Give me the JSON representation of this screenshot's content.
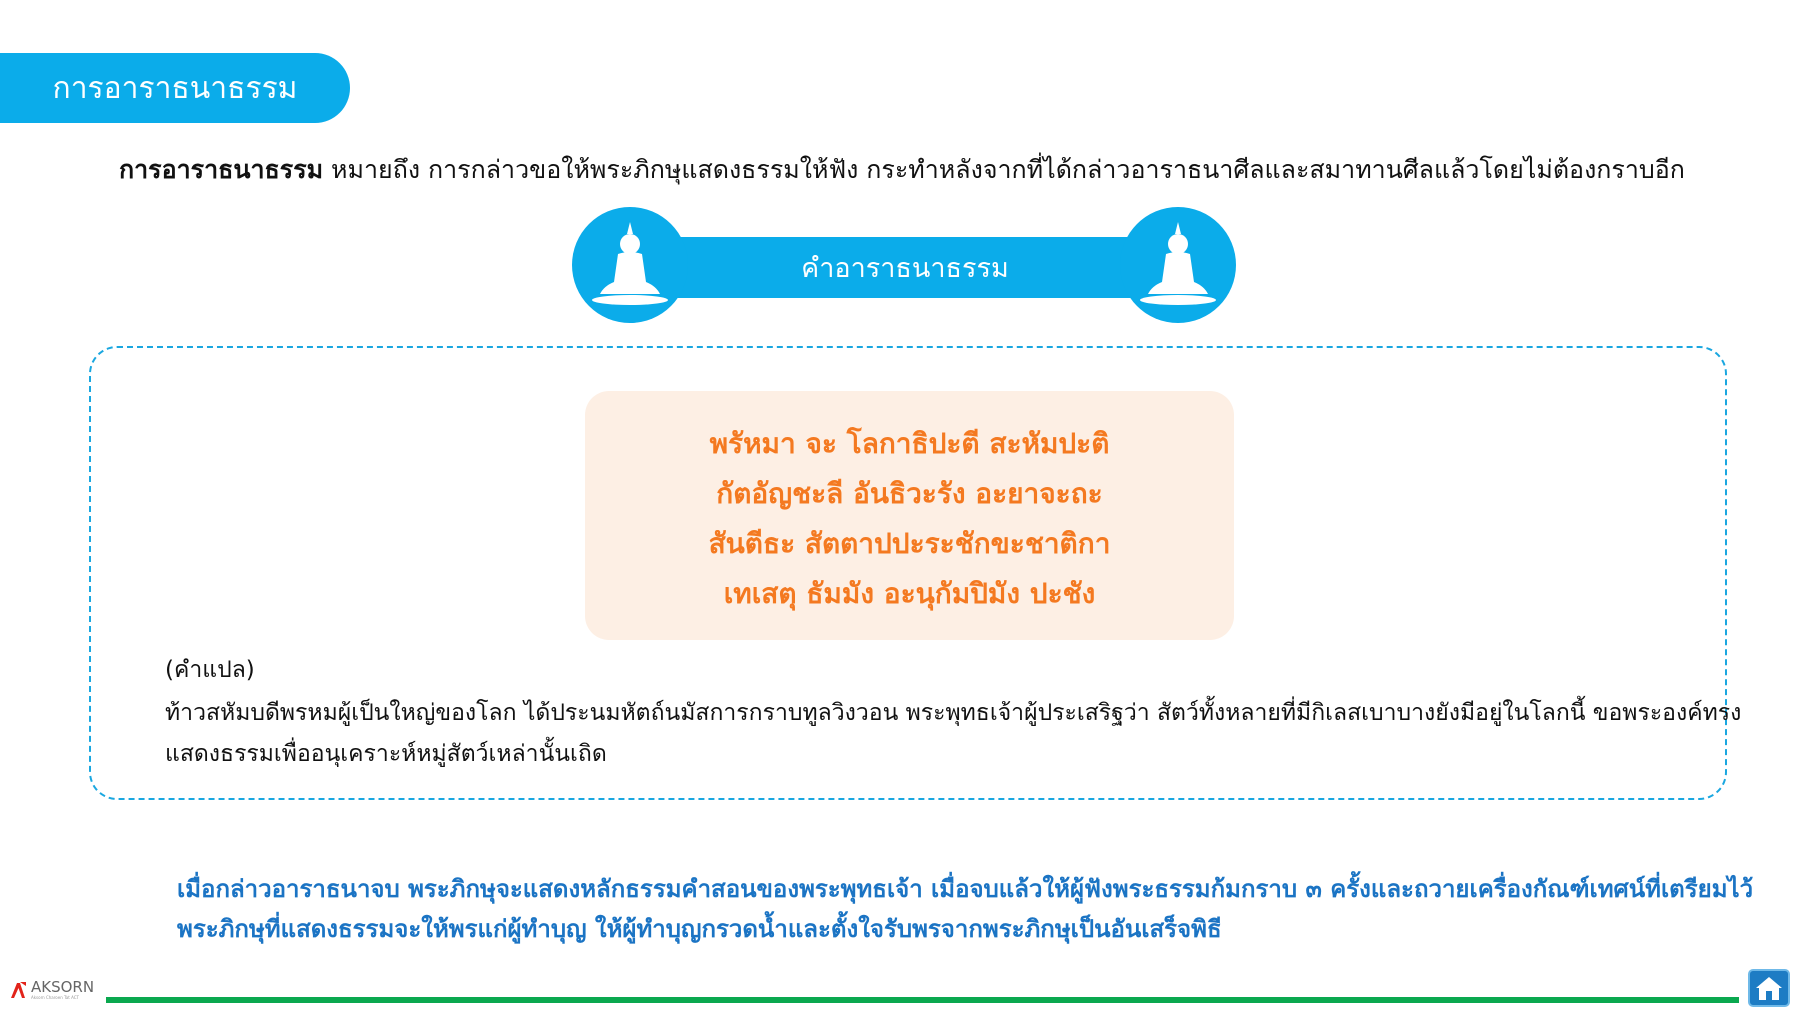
{
  "header": {
    "title": "การอาราธนาธรรม"
  },
  "intro": {
    "term": "การอาราธนาธรรม",
    "definition": " หมายถึง การกล่าวขอให้พระภิกษุแสดงธรรมให้ฟัง กระทำหลังจากที่ได้กล่าวอาราธนาศีลและสมาทานศีลแล้วโดยไม่ต้องกราบอีก"
  },
  "banner": {
    "label": "คำอาราธนาธรรม",
    "icon": "buddha-icon"
  },
  "chant": {
    "lines": [
      "พรัหมา จะ โลกาธิปะตี สะหัมปะติ",
      "กัตอัญชะลี อันธิวะรัง อะยาจะถะ",
      "สันตีธะ สัตตาปปะระชักขะชาติกา",
      "เทเสตุ ธัมมัง อะนุกัมปิมัง ปะชัง"
    ]
  },
  "translation": {
    "label": "(คำแปล)",
    "lines": [
      "ท้าวสหัมบดีพรหมผู้เป็นใหญ่ของโลก ได้ประนมหัตถ์นมัสการกราบทูลวิงวอน พระพุทธเจ้าผู้ประเสริฐว่า สัตว์ทั้งหลายที่มีกิเลสเบาบางยังมีอยู่ในโลกนี้ ขอพระองค์ทรง",
      "แสดงธรรมเพื่ออนุเคราะห์หมู่สัตว์เหล่านั้นเถิด"
    ]
  },
  "note": {
    "lines": [
      "เมื่อกล่าวอาราธนาจบ พระภิกษุจะแสดงหลักธรรมคำสอนของพระพุทธเจ้า เมื่อจบแล้วให้ผู้ฟังพระธรรมก้มกราบ ๓ ครั้งและถวายเครื่องกัณฑ์เทศน์ที่เตรียมไว้",
      "พระภิกษุที่แสดงธรรมจะให้พรแก่ผู้ทำบุญ ให้ผู้ทำบุญกรวดน้ำและตั้งใจรับพรจากพระภิกษุเป็นอันเสร็จพิธี"
    ]
  },
  "footer": {
    "logo": "AKSORN",
    "logo_sub": "Aksorn Charoen Tat ACT",
    "home_icon": "home-icon"
  },
  "colors": {
    "primary": "#0bacea",
    "orange": "#f47920",
    "chant_bg": "#fdefe4",
    "note": "#1b74c4",
    "green": "#0aa84f"
  }
}
